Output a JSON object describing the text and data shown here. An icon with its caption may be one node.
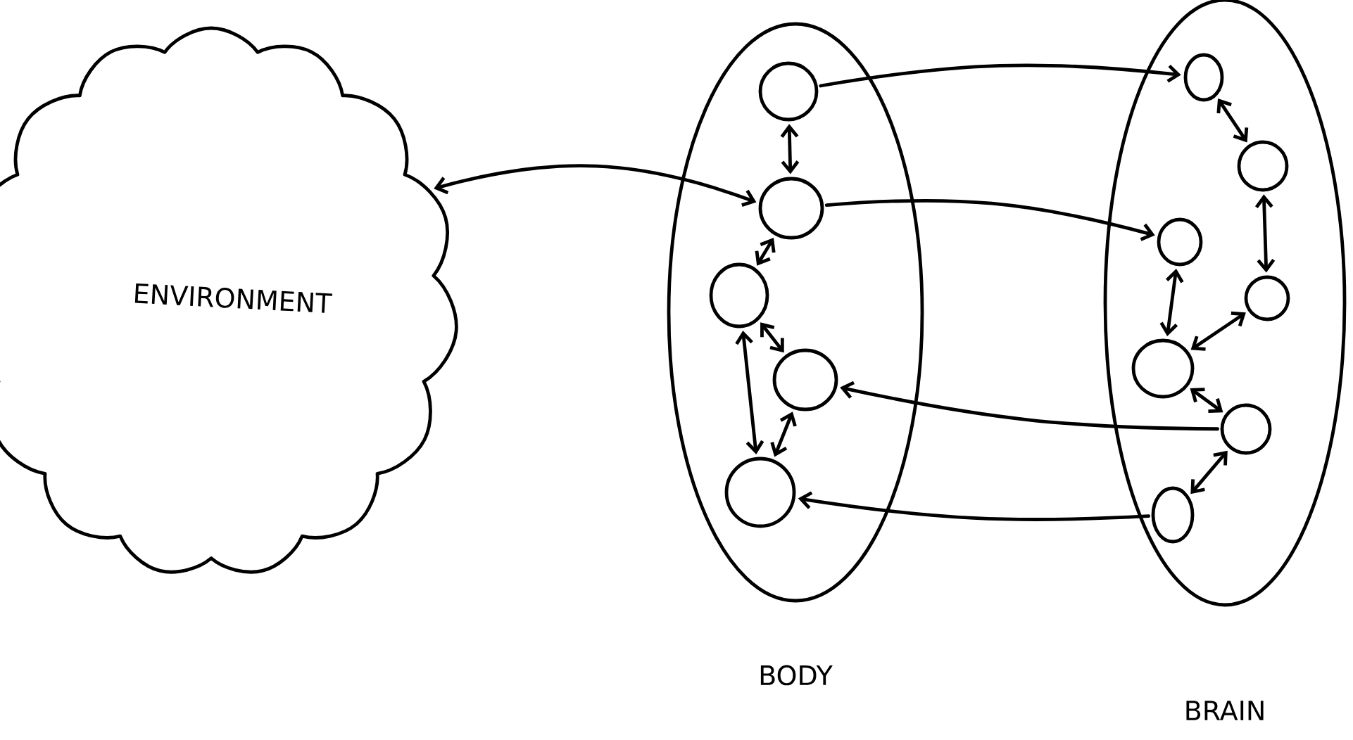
{
  "diagram": {
    "nodes": [
      {
        "text": [
          "ENVIRONMENT"
        ]
      },
      {
        "text": [
          "BODY"
        ]
      },
      {
        "text": [],
        "shape": "circle",
        "in": 1
      },
      {
        "text": [],
        "shape": "circle",
        "in": 1
      },
      {
        "text": [],
        "shape": "circle",
        "in": 1
      },
      {
        "text": [],
        "shape": "circle",
        "in": 1
      },
      {
        "text": [],
        "shape": "circle",
        "in": 1
      },
      {
        "text": [
          "BRAIN"
        ]
      },
      {
        "text": [],
        "shape": "circle",
        "in": 7
      },
      {
        "text": [],
        "shape": "circle",
        "in": 7
      },
      {
        "text": [],
        "shape": "circle",
        "in": 7
      },
      {
        "text": [],
        "shape": "circle",
        "in": 7
      },
      {
        "text": [],
        "shape": "circle",
        "in": 7
      },
      {
        "text": [],
        "shape": "circle",
        "in": 7
      },
      {
        "text": [],
        "shape": "circle",
        "in": 7
      }
    ],
    "edges": [
      {
        "from": 0,
        "to": 3,
        "arrow": "both"
      },
      {
        "from": 2,
        "to": 3,
        "arrow": "both"
      },
      {
        "from": 3,
        "to": 4,
        "arrow": "both"
      },
      {
        "from": 4,
        "to": 5,
        "arrow": "both"
      },
      {
        "from": 4,
        "to": 6,
        "arrow": "both"
      },
      {
        "from": 5,
        "to": 6,
        "arrow": "both"
      },
      {
        "from": 2,
        "to": 8,
        "arrow": "to"
      },
      {
        "from": 3,
        "to": 10,
        "arrow": "to"
      },
      {
        "from": 13,
        "to": 5,
        "arrow": "to"
      },
      {
        "from": 14,
        "to": 6,
        "arrow": "to"
      },
      {
        "from": 8,
        "to": 9,
        "arrow": "both"
      },
      {
        "from": 9,
        "to": 11,
        "arrow": "both"
      },
      {
        "from": 10,
        "to": 12,
        "arrow": "both"
      },
      {
        "from": 11,
        "to": 12,
        "arrow": "both"
      },
      {
        "from": 12,
        "to": 13,
        "arrow": "both"
      },
      {
        "from": 13,
        "to": 14,
        "arrow": "both"
      }
    ]
  }
}
